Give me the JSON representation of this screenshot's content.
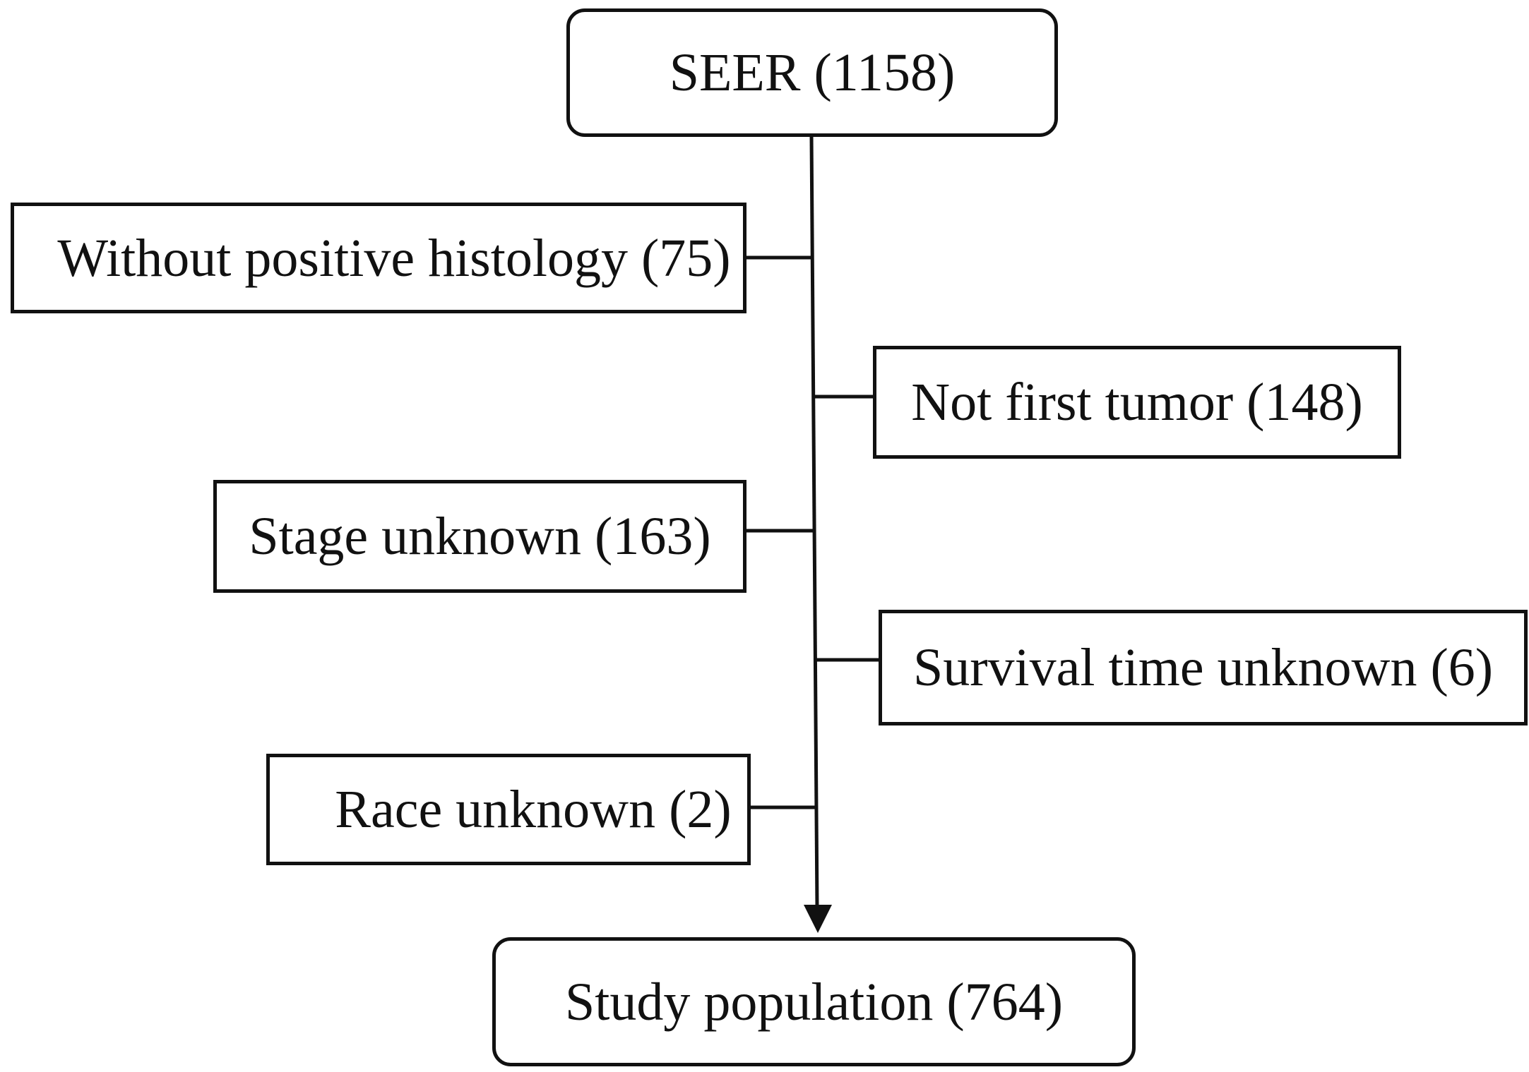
{
  "flowchart": {
    "source": {
      "label": "SEER (1158)"
    },
    "exclusions": [
      {
        "label": "Without positive histology (75)"
      },
      {
        "label": "Not first tumor (148)"
      },
      {
        "label": "Stage unknown (163)"
      },
      {
        "label": "Survival time unknown (6)"
      },
      {
        "label": "Race unknown (2)"
      }
    ],
    "result": {
      "label": "Study population (764)"
    }
  }
}
